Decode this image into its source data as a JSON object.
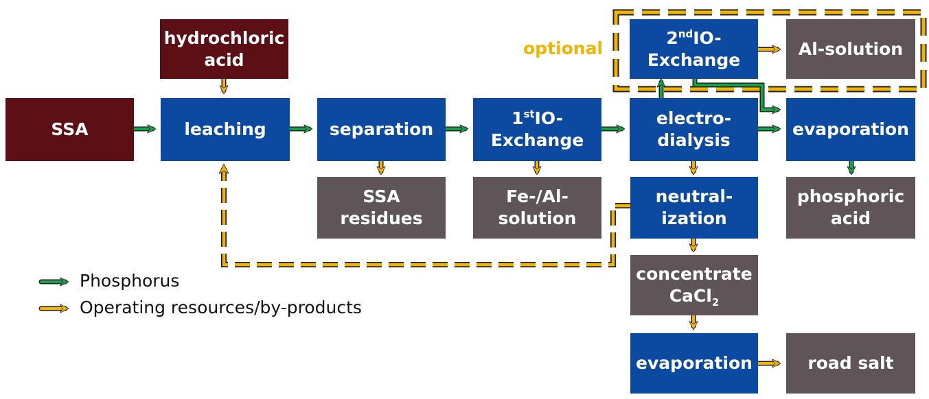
{
  "colors": {
    "process_box": "#0b4aa0",
    "product_box": "#5f5458",
    "input_box": "#5c0f14",
    "phosphorus_arrow": "#1ba04a",
    "resource_arrow": "#f2b400"
  },
  "optional_label": "optional",
  "nodes": {
    "ssa": "SSA",
    "hydrochloric_acid": [
      "hydrochloric",
      "acid"
    ],
    "leaching": "leaching",
    "separation": "separation",
    "ssa_residues": [
      "SSA",
      "residues"
    ],
    "first_io_exchange": {
      "num": "1",
      "sup": "st",
      "rest": "IO-",
      "line2": "Exchange"
    },
    "fe_al_solution": [
      "Fe-/Al-",
      "solution"
    ],
    "electrodialysis": [
      "electro-",
      "dialysis"
    ],
    "second_io_exchange": {
      "num": "2",
      "sup": "nd",
      "rest": "IO-",
      "line2": "Exchange"
    },
    "al_solution": "Al-solution",
    "evaporation_top": "evaporation",
    "phosphoric_acid": [
      "phosphoric",
      "acid"
    ],
    "neutralization": [
      "neutral-",
      "ization"
    ],
    "concentrate": {
      "line1": "concentrate",
      "base": "CaCl",
      "sub": "2"
    },
    "evaporation_bottom": "evaporation",
    "road_salt": "road salt"
  },
  "legend": {
    "phosphorus": "Phosphorus",
    "resources": "Operating resources/by-products"
  }
}
